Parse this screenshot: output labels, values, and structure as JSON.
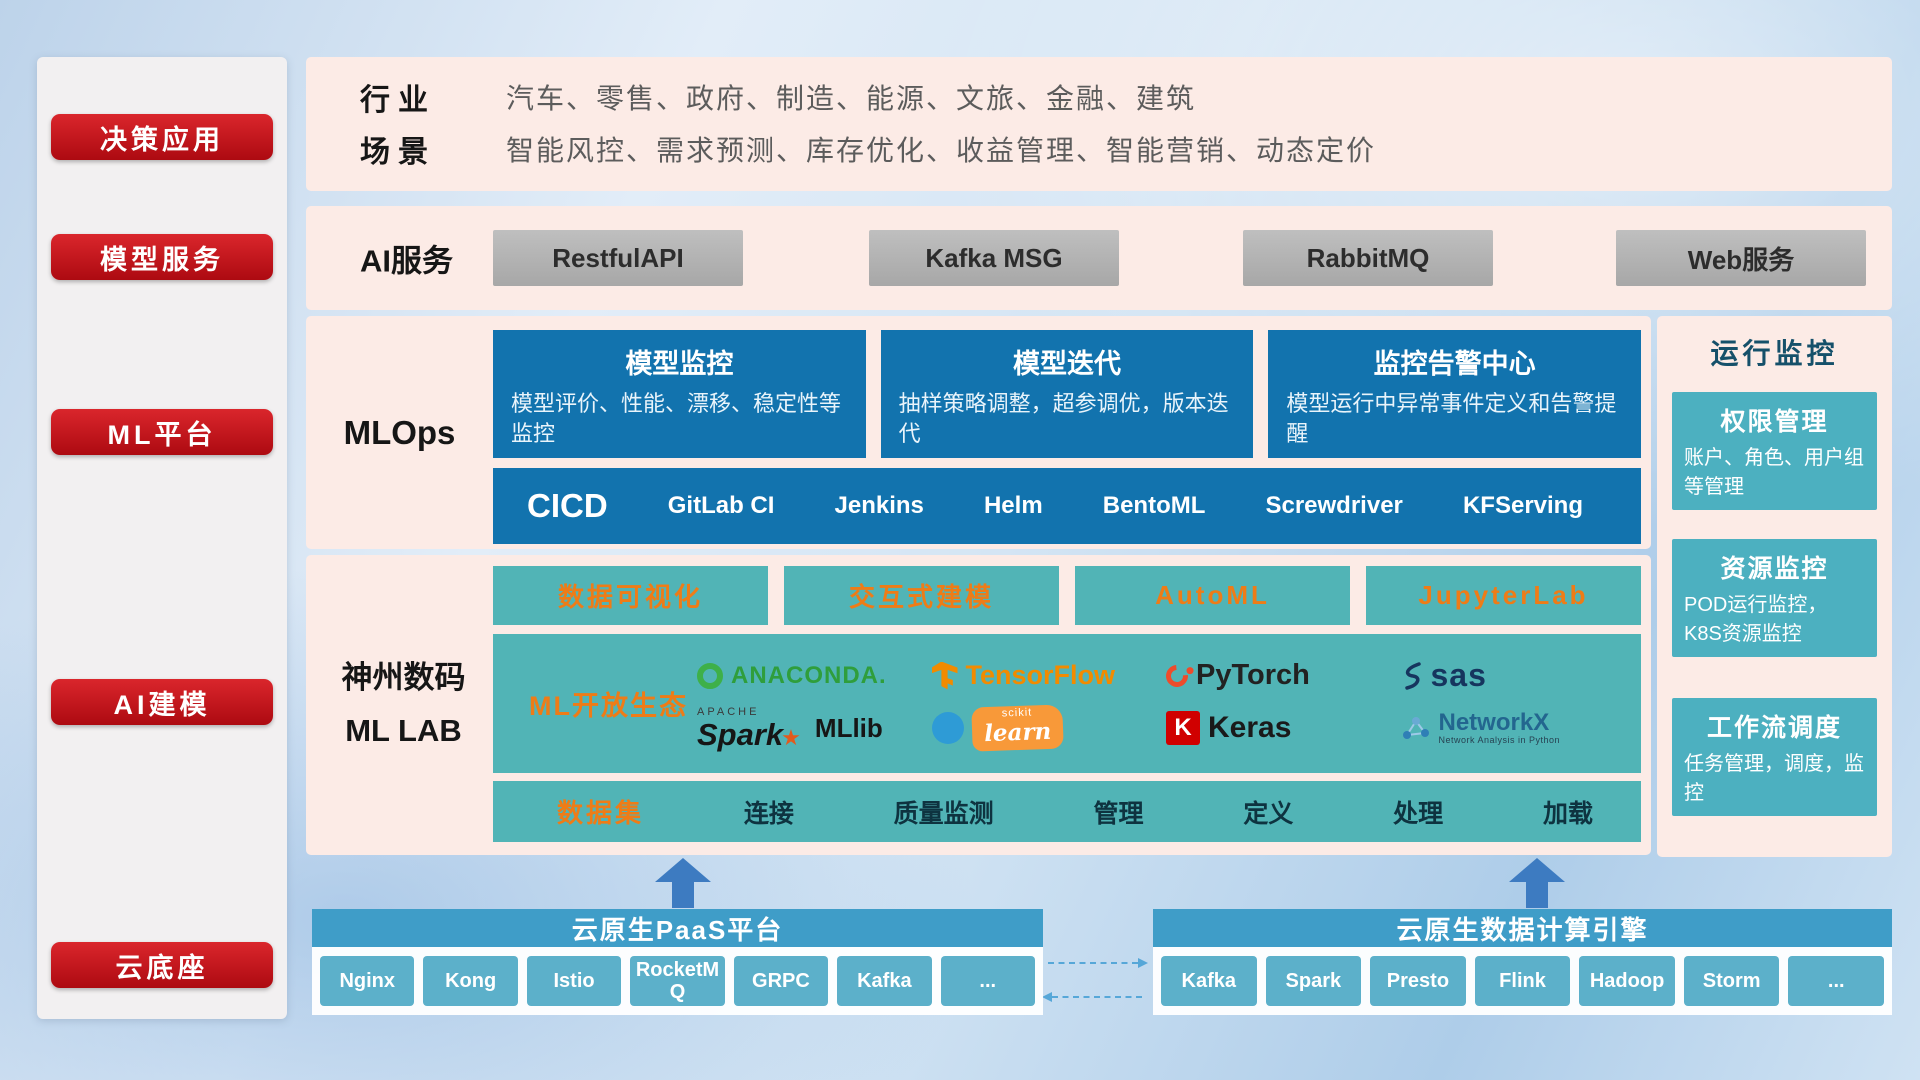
{
  "palette": {
    "accent_red": "#c0121a",
    "panel_pink": "#fcebe6",
    "mlops_blue": "#1273ae",
    "lab_teal": "#51b4b6",
    "monitor_teal": "#4cb0c0",
    "foundation_blue": "#3f9dc8",
    "chip_blue": "#5cb0ca",
    "orange": "#ee7c17",
    "gray_button": "#b1b1b1"
  },
  "sidebar": {
    "items": [
      {
        "label": "决策应用"
      },
      {
        "label": "模型服务"
      },
      {
        "label": "ML平台"
      },
      {
        "label": "AI建模"
      },
      {
        "label": "云底座"
      }
    ]
  },
  "applications": {
    "industry_label": "行业",
    "industry_value": "汽车、零售、政府、制造、能源、文旅、金融、建筑",
    "scene_label": "场景",
    "scene_value": "智能风控、需求预测、库存优化、收益管理、智能营销、动态定价"
  },
  "ai_services": {
    "label": "AI服务",
    "items": [
      {
        "label": "RestfulAPI"
      },
      {
        "label": "Kafka MSG"
      },
      {
        "label": "RabbitMQ"
      },
      {
        "label": "Web服务"
      }
    ]
  },
  "mlops": {
    "label": "MLOps",
    "cards": [
      {
        "title": "模型监控",
        "desc": "模型评价、性能、漂移、稳定性等监控"
      },
      {
        "title": "模型迭代",
        "desc": "抽样策略调整，超参调优，版本迭代"
      },
      {
        "title": "监控告警中心",
        "desc": "模型运行中异常事件定义和告警提醒"
      }
    ],
    "cicd_label": "CICD",
    "cicd_items": [
      {
        "label": "GitLab CI"
      },
      {
        "label": "Jenkins"
      },
      {
        "label": "Helm"
      },
      {
        "label": "BentoML"
      },
      {
        "label": "Screwdriver"
      },
      {
        "label": "KFServing"
      }
    ]
  },
  "mllab": {
    "label_line1": "神州数码",
    "label_line2": "ML LAB",
    "tools": [
      {
        "label": "数据可视化"
      },
      {
        "label": "交互式建模"
      },
      {
        "label": "AutoML"
      },
      {
        "label": "JupyterLab"
      }
    ],
    "ecosystem_label": "ML开放生态",
    "logos": {
      "anaconda": {
        "text": "ANACONDA."
      },
      "tensorflow": {
        "text": "TensorFlow"
      },
      "pytorch": {
        "text": "PyTorch"
      },
      "sas": {
        "text": "sas"
      },
      "spark": {
        "apache": "APACHE",
        "text": "Spark",
        "star": "★",
        "suffix": "MLlib"
      },
      "scikit": {
        "sup": "scikit",
        "text": "learn"
      },
      "keras": {
        "badge": "K",
        "text": "Keras"
      },
      "networkx": {
        "text": "NetworkX",
        "subtext": "Network Analysis in Python"
      }
    },
    "dataset_label": "数据集",
    "dataset_items": [
      {
        "label": "连接"
      },
      {
        "label": "质量监测"
      },
      {
        "label": "管理"
      },
      {
        "label": "定义"
      },
      {
        "label": "处理"
      },
      {
        "label": "加载"
      }
    ]
  },
  "monitoring": {
    "title": "运行监控",
    "cards": [
      {
        "title": "权限管理",
        "desc": "账户、角色、用户组等管理"
      },
      {
        "title": "资源监控",
        "desc": "POD运行监控，K8S资源监控"
      },
      {
        "title": "工作流调度",
        "desc": "任务管理，调度，监控"
      }
    ]
  },
  "foundation": {
    "paas_title": "云原生PaaS平台",
    "paas_items": [
      {
        "label": "Nginx"
      },
      {
        "label": "Kong"
      },
      {
        "label": "Istio"
      },
      {
        "label": "RocketMQ"
      },
      {
        "label": "GRPC"
      },
      {
        "label": "Kafka"
      },
      {
        "label": "..."
      }
    ],
    "compute_title": "云原生数据计算引擎",
    "compute_items": [
      {
        "label": "Kafka"
      },
      {
        "label": "Spark"
      },
      {
        "label": "Presto"
      },
      {
        "label": "Flink"
      },
      {
        "label": "Hadoop"
      },
      {
        "label": "Storm"
      },
      {
        "label": "..."
      }
    ]
  }
}
